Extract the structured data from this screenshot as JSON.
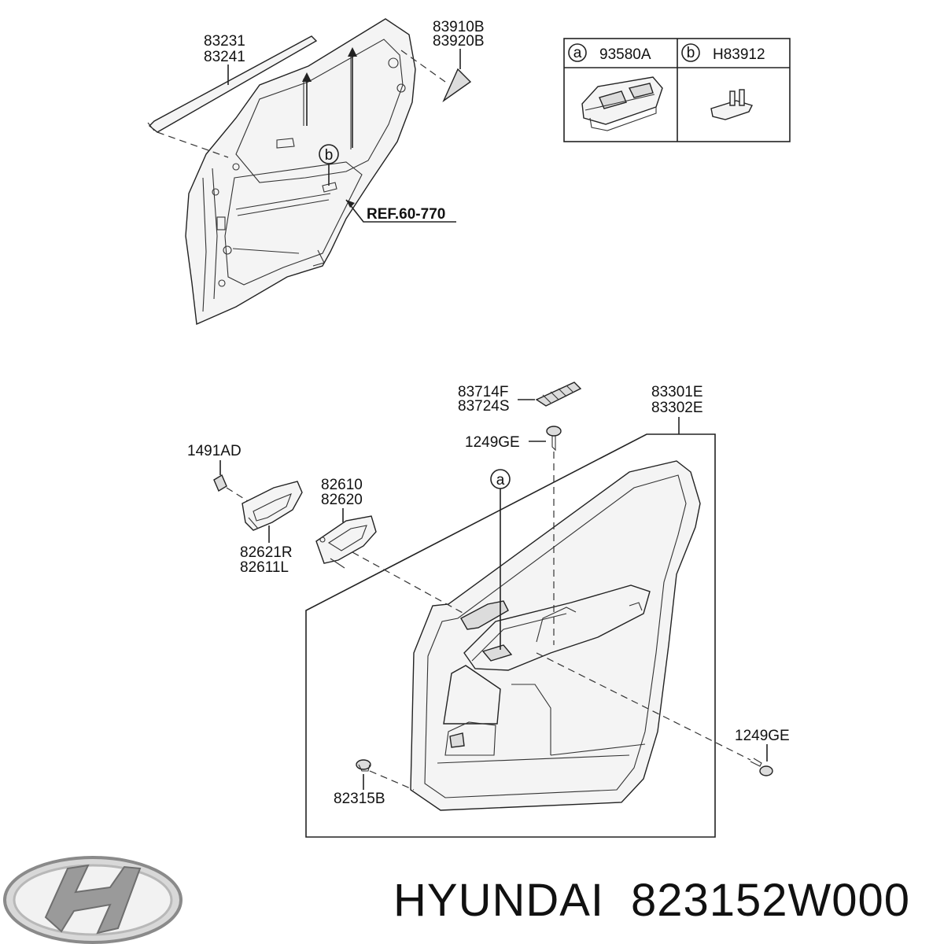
{
  "door_frame": {
    "weatherstrip_labels": [
      "83231",
      "83241"
    ],
    "glass_labels": [
      "83910B",
      "83920B"
    ],
    "ref_label": "REF.60-770",
    "callout_b": "b"
  },
  "legend_table": {
    "cells": [
      {
        "marker": "a",
        "part": "93580A"
      },
      {
        "marker": "b",
        "part": "H83912"
      }
    ]
  },
  "trim_group": {
    "garnish_labels": [
      "83714F",
      "83724S"
    ],
    "screw_top_label": "1249GE",
    "panel_labels": [
      "83301E",
      "83302E"
    ],
    "clip_label": "1491AD",
    "handle_labels": [
      "82610",
      "82620"
    ],
    "bezel_labels": [
      "82621R",
      "82611L"
    ],
    "callout_a": "a",
    "screw_right_label": "1249GE",
    "fastener_label": "82315B"
  },
  "footer": {
    "brand_text": "HYUNDAI",
    "part_number": "823152W000"
  }
}
